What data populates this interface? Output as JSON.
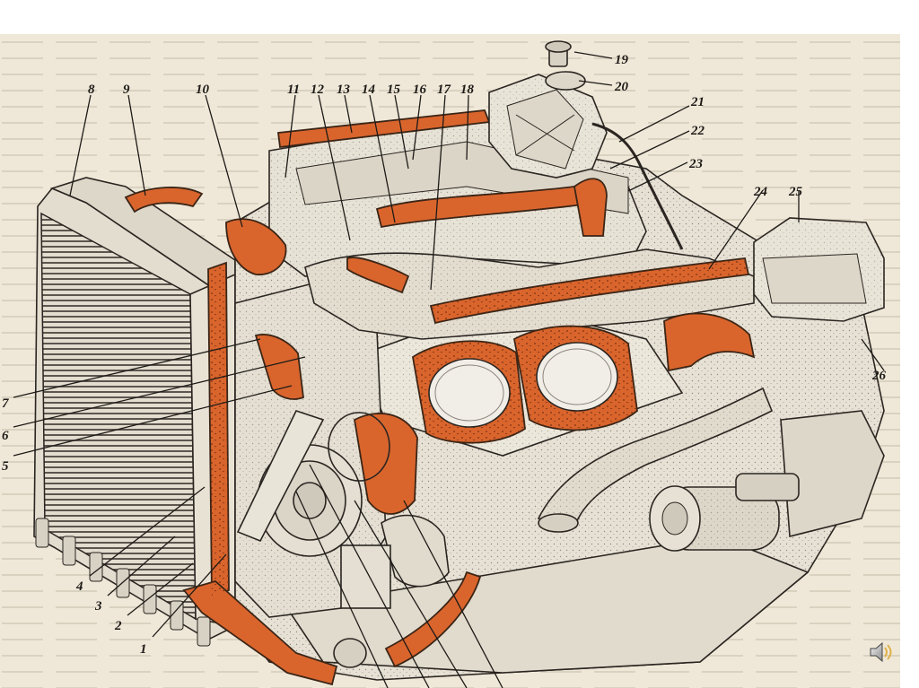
{
  "figure": {
    "colors": {
      "paper": "#efe8d8",
      "engine_body": "#e6e1d4",
      "coolant_jacket": "#d9652d",
      "ink": "#1d1a17"
    },
    "callouts": [
      {
        "id": "c1",
        "label": "1"
      },
      {
        "id": "c2",
        "label": "2"
      },
      {
        "id": "c3",
        "label": "3"
      },
      {
        "id": "c4",
        "label": "4"
      },
      {
        "id": "c5",
        "label": "5"
      },
      {
        "id": "c6",
        "label": "6"
      },
      {
        "id": "c7",
        "label": "7"
      },
      {
        "id": "c8",
        "label": "8"
      },
      {
        "id": "c9",
        "label": "9"
      },
      {
        "id": "c10",
        "label": "10"
      },
      {
        "id": "c11",
        "label": "11"
      },
      {
        "id": "c12",
        "label": "12"
      },
      {
        "id": "c13",
        "label": "13"
      },
      {
        "id": "c14",
        "label": "14"
      },
      {
        "id": "c15",
        "label": "15"
      },
      {
        "id": "c16",
        "label": "16"
      },
      {
        "id": "c17",
        "label": "17"
      },
      {
        "id": "c18",
        "label": "18"
      },
      {
        "id": "c19",
        "label": "19"
      },
      {
        "id": "c20",
        "label": "20"
      },
      {
        "id": "c21",
        "label": "21"
      },
      {
        "id": "c22",
        "label": "22"
      },
      {
        "id": "c23",
        "label": "23"
      },
      {
        "id": "c24",
        "label": "24"
      },
      {
        "id": "c25",
        "label": "25"
      },
      {
        "id": "c26",
        "label": "26"
      }
    ]
  },
  "controls": {
    "audio_icon": "speaker-icon"
  }
}
